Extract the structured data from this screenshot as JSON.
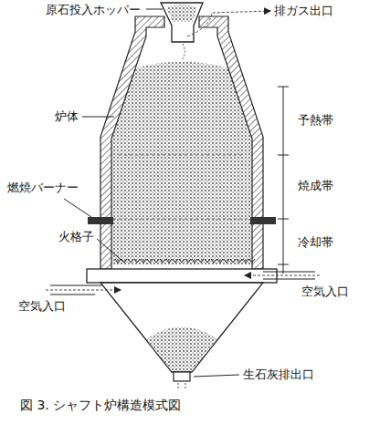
{
  "diagram": {
    "caption": "図 3.  シャフト炉構造模式図",
    "labels": [
      "原石投入ホッパー",
      "排ガス出口",
      "予熱帯",
      "焼成帯",
      "冷却帯",
      "炉体",
      "燃焼バーナー",
      "火格子",
      "空気入口",
      "空気入口",
      "生石灰排出口"
    ]
  }
}
